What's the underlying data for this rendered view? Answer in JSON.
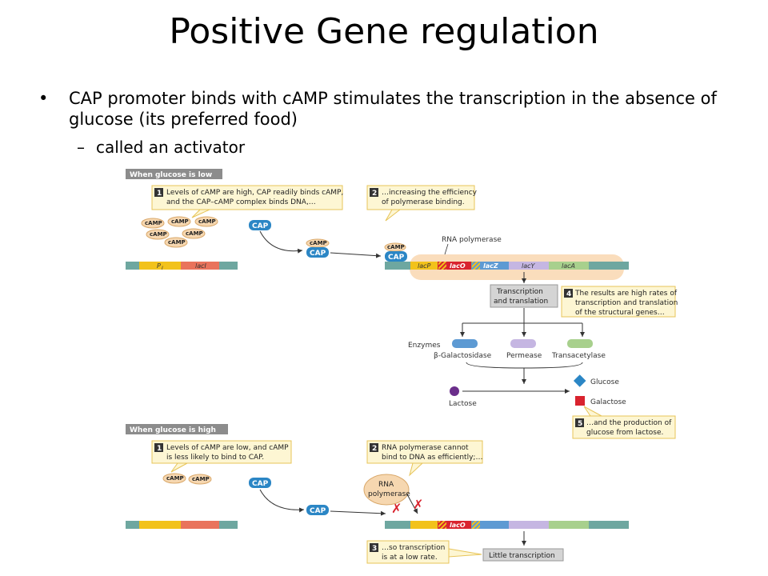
{
  "title": "Positive Gene regulation",
  "bullets": [
    {
      "text": "CAP promoter binds with cAMP stimulates the transcription in the absence of glucose (its preferred food)",
      "sub": "called an activator"
    }
  ],
  "diagram": {
    "low": {
      "header": "When glucose is low",
      "step1": {
        "num": "1",
        "lines": [
          "Levels of cAMP are high, CAP readily binds cAMP,",
          "and the CAP–cAMP complex binds DNA,…"
        ]
      },
      "step2": {
        "num": "2",
        "lines": [
          "…increasing the efficiency",
          "of polymerase binding."
        ]
      },
      "step4": {
        "num": "4",
        "lines": [
          "The results are high rates of",
          "transcription and translation",
          "of the  structural genes…"
        ]
      },
      "step5": {
        "num": "5",
        "lines": [
          "…and the production of",
          "glucose from lactose."
        ]
      },
      "camp": "cAMP",
      "cap": "CAP",
      "rna_polymerase": "RNA polymerase",
      "genes": {
        "pi": "P",
        "pi_sub": "I",
        "laci": "lacI",
        "lacp": "lacP",
        "laco": "lacO",
        "lacz": "lacZ",
        "lacy": "lacY",
        "laca": "lacA"
      },
      "transcription": [
        "Transcription",
        "and translation"
      ],
      "enzymes_label": "Enzymes",
      "enzymes": [
        "β-Galactosidase",
        "Permease",
        "Transacetylase"
      ],
      "lactose": "Lactose",
      "glucose": "Glucose",
      "galactose": "Galactose"
    },
    "high": {
      "header": "When glucose is high",
      "step1": {
        "num": "1",
        "lines": [
          "Levels of cAMP are low, and cAMP",
          "is less likely to bind to CAP."
        ]
      },
      "step2": {
        "num": "2",
        "lines": [
          "RNA polymerase cannot",
          "bind to DNA as efficiently;…"
        ]
      },
      "step3": {
        "num": "3",
        "lines": [
          "…so transcription",
          "is at a low rate."
        ]
      },
      "camp": "cAMP",
      "cap": "CAP",
      "rna_polymerase": [
        "RNA",
        "polymerase"
      ],
      "laco": "lacO",
      "little": "Little transcription"
    },
    "colors": {
      "cap_blue": "#2b86c5",
      "camp_fill": "#f6d7b0",
      "note_fill": "#fdf6d3",
      "note_stroke": "#e7c458",
      "header_fill": "#8c8c8c",
      "dna_teal": "#6ea7a0",
      "yellow": "#f2c21b",
      "salmon": "#e9735c",
      "red": "#d9232e",
      "blue": "#5d9ad3",
      "lavender": "#c5b6e2",
      "green": "#a8d08d"
    }
  }
}
